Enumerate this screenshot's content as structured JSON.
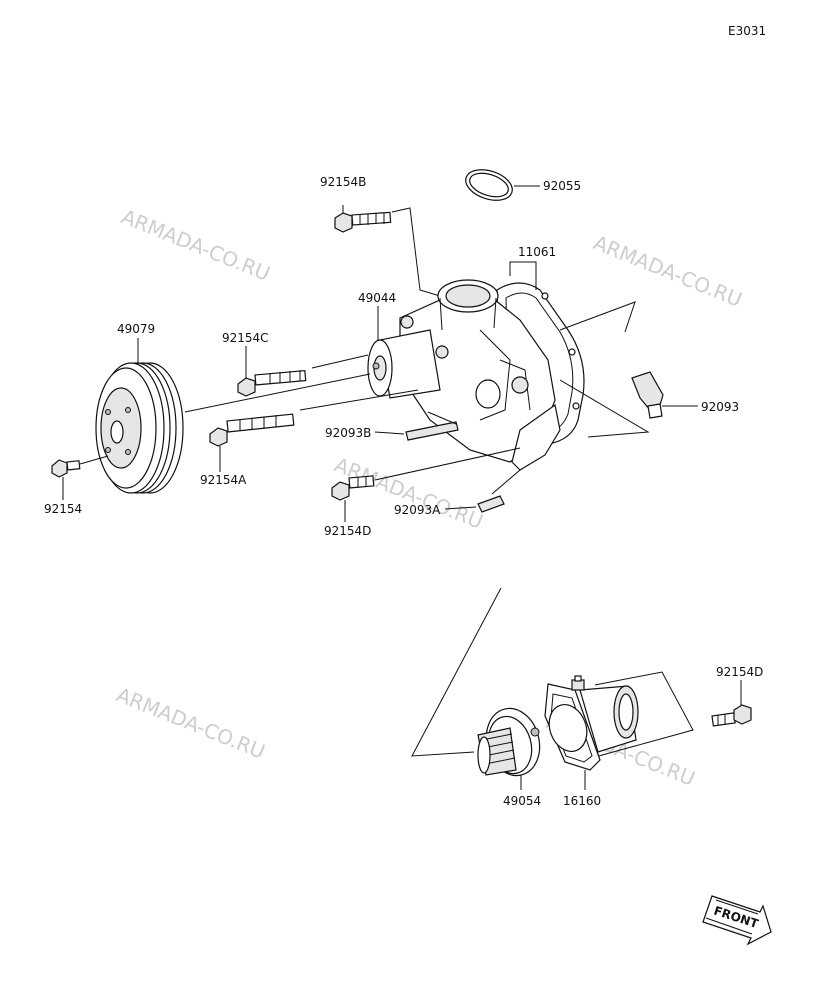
{
  "diagram_code": "E3031",
  "watermark": "ARMADA-CO.RU",
  "front_label": "FRONT",
  "parts": {
    "p92154B": "92154B",
    "p92055": "92055",
    "p11061": "11061",
    "p49044": "49044",
    "p49079": "49079",
    "p92154C": "92154C",
    "p92093": "92093",
    "p92093B": "92093B",
    "p92154A": "92154A",
    "p92154": "92154",
    "p92154D_top": "92154D",
    "p92093A": "92093A",
    "p92154D_right": "92154D",
    "p49054": "49054",
    "p16160": "16160"
  }
}
